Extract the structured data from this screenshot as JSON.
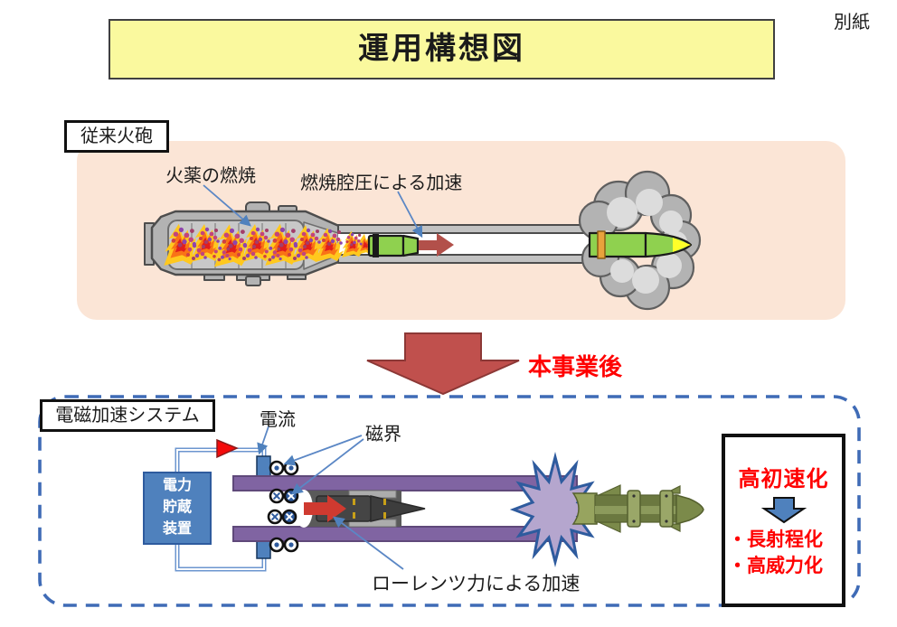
{
  "page": {
    "corner_note": "別紙",
    "title": "運用構想図"
  },
  "conventional": {
    "section_label": "従来火砲",
    "combustion_label": "火薬の燃焼",
    "pressure_label": "燃焼腔圧による加速"
  },
  "transition": {
    "label": "本事業後"
  },
  "em_system": {
    "section_label": "電磁加速システム",
    "current_label": "電流",
    "field_label": "磁界",
    "power_box": {
      "line1": "電力",
      "line2": "貯蔵",
      "line3": "装置"
    },
    "lorentz_label": "ローレンツ力による加速"
  },
  "outcome": {
    "heading": "高初速化",
    "items": [
      "・長射程化",
      "・高威力化"
    ]
  },
  "icons": {
    "transition_arrow": "big-red-down-arrow",
    "outcome_arrow": "blue-down-arrow",
    "current_direction": "red-right-triangle",
    "field_out_symbol": "circle-dot",
    "field_in_symbol": "circle-cross"
  },
  "colors": {
    "title_banner_yellow": "#FAF99E",
    "conventional_panel_peach": "#FBE5D6",
    "transition_arrow_red": "#C0504D",
    "red_text": "#FF0000",
    "rail_purple": "#8064A2",
    "power_box_blue": "#4F81BD",
    "dashed_border_blue": "#3F6BB6",
    "muzzle_flash_purple": "#B5A6CE",
    "shell_green": "#8FD14F",
    "railgun_round_olive": "#6B7840"
  }
}
